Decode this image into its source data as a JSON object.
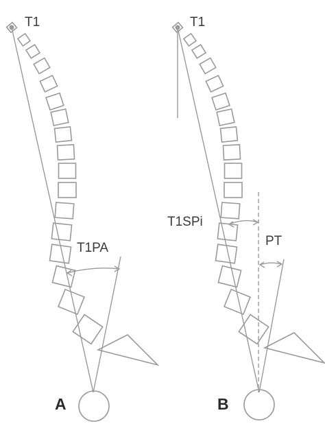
{
  "panels": [
    {
      "id": "A",
      "label": "A",
      "vertebra_label": "T1",
      "angle_label": "T1PA"
    },
    {
      "id": "B",
      "label": "B",
      "vertebra_label": "T1",
      "angle_labels": [
        "T1SPi",
        "PT"
      ]
    }
  ],
  "colors": {
    "line": "#9a9a9a",
    "text": "#3a3a3a",
    "panel_letter": "#2b2b2b",
    "background": "#ffffff"
  }
}
